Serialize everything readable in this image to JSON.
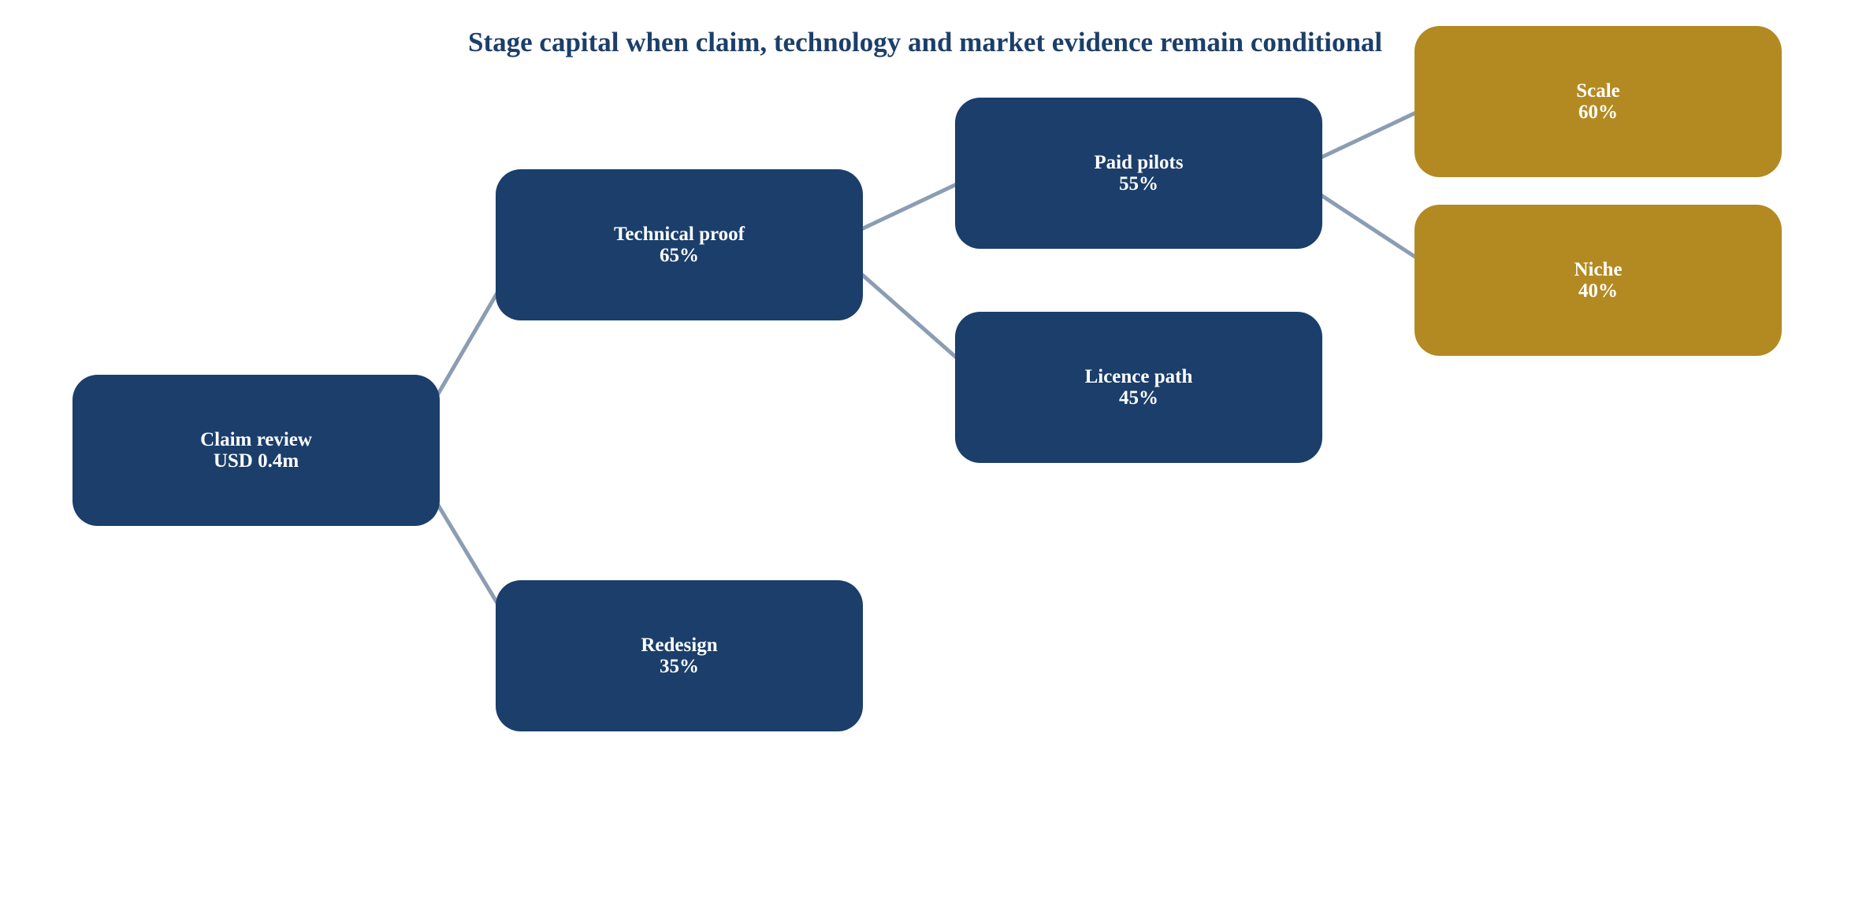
{
  "title": "Stage capital when claim, technology and market evidence remain conditional",
  "colors": {
    "decision_node": "#1b3e6b",
    "outcome_node": "#b38a22",
    "edge": "#8a9db3",
    "title": "#1c3f6a"
  },
  "nodes": {
    "claim_review": {
      "label": "Claim review",
      "value": "USD 0.4m"
    },
    "technical_proof": {
      "label": "Technical proof",
      "value": "65%"
    },
    "redesign": {
      "label": "Redesign",
      "value": "35%"
    },
    "paid_pilots": {
      "label": "Paid pilots",
      "value": "55%"
    },
    "licence_path": {
      "label": "Licence path",
      "value": "45%"
    },
    "scale": {
      "label": "Scale",
      "value": "60%"
    },
    "niche": {
      "label": "Niche",
      "value": "40%"
    }
  },
  "edges": [
    {
      "from": "claim_review",
      "to": "technical_proof"
    },
    {
      "from": "claim_review",
      "to": "redesign"
    },
    {
      "from": "technical_proof",
      "to": "paid_pilots"
    },
    {
      "from": "technical_proof",
      "to": "licence_path"
    },
    {
      "from": "paid_pilots",
      "to": "scale"
    },
    {
      "from": "paid_pilots",
      "to": "niche"
    }
  ]
}
